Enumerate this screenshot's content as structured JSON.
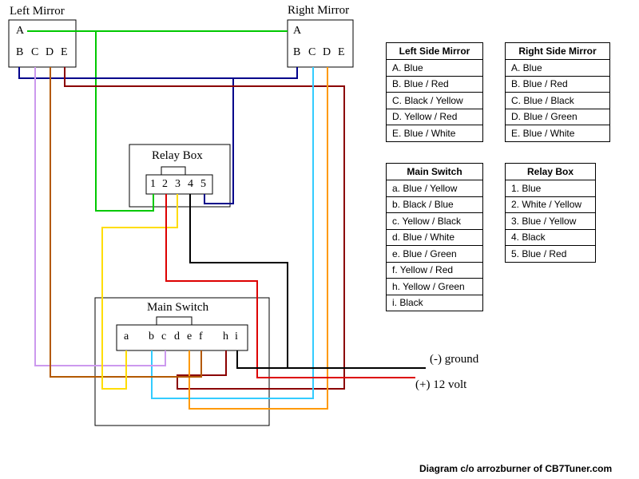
{
  "labels": {
    "left_mirror": "Left Mirror",
    "right_mirror": "Right Mirror",
    "relay_box": "Relay Box",
    "main_switch": "Main Switch",
    "ground": "(-) ground",
    "volt": "(+) 12 volt",
    "credit": "Diagram c/o arrozburner of CB7Tuner.com"
  },
  "pins": {
    "mirror_a": "A",
    "mirror_b": "B",
    "mirror_c": "C",
    "mirror_d": "D",
    "mirror_e": "E",
    "relay_1": "1",
    "relay_2": "2",
    "relay_3": "3",
    "relay_4": "4",
    "relay_5": "5",
    "sw_a": "a",
    "sw_b": "b",
    "sw_c": "c",
    "sw_d": "d",
    "sw_e": "e",
    "sw_f": "f",
    "sw_h": "h",
    "sw_i": "i"
  },
  "tables": {
    "left_side_mirror": {
      "title": "Left Side Mirror",
      "rows": [
        "A. Blue",
        "B. Blue / Red",
        "C. Black / Yellow",
        "D. Yellow / Red",
        "E. Blue / White"
      ]
    },
    "right_side_mirror": {
      "title": "Right Side Mirror",
      "rows": [
        "A. Blue",
        "B. Blue / Red",
        "C. Blue / Black",
        "D. Blue / Green",
        "E. Blue / White"
      ]
    },
    "main_switch": {
      "title": "Main Switch",
      "rows": [
        "a. Blue / Yellow",
        "b. Black / Blue",
        "c. Yellow / Black",
        "d. Blue / White",
        "e. Blue / Green",
        "f. Yellow / Red",
        "h. Yellow / Green",
        "i. Black"
      ]
    },
    "relay_box": {
      "title": "Relay Box",
      "rows": [
        "1. Blue",
        "2. White / Yellow",
        "3. Blue / Yellow",
        "4. Black",
        "5. Blue / Red"
      ]
    }
  },
  "wire_colors": {
    "green": "#00c800",
    "navy": "#00008b",
    "maroon": "#8b0000",
    "cyan": "#33ccff",
    "orange": "#ff9900",
    "lavender": "#cc99ee",
    "brown": "#b35900",
    "yellow": "#ffdd00",
    "red": "#dd0000",
    "black": "#000000"
  }
}
